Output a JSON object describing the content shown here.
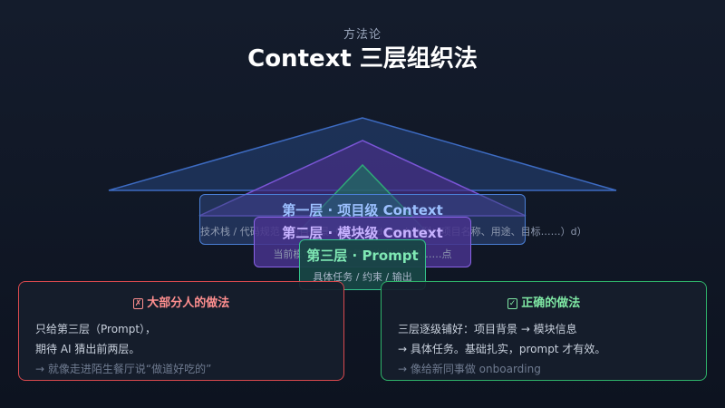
{
  "header": {
    "kicker": "方法论",
    "title": "Context 三层组织法"
  },
  "colors": {
    "layer1": "#4a7fd6",
    "layer2": "#8a62e6",
    "layer3": "#34c08a",
    "bad": "#d9494e",
    "good": "#2fb36a"
  },
  "layers": [
    {
      "title": "第一层 · 项目级 Context",
      "desc": "技术栈 / 代码规范 / 项目背景（以 .claude.md 为例：项目名称、用途、目标……）d）"
    },
    {
      "title": "第二层 · 模块级 Context",
      "desc": "当前模块 / 相关文件 / 约束 / 依赖……点"
    },
    {
      "title": "第三层 · Prompt",
      "desc": "具体任务 / 约束 / 输出"
    }
  ],
  "cards": {
    "bad": {
      "icon": "✗",
      "title": "大部分人的做法",
      "lines": [
        "只给第三层（Prompt），",
        "期待 AI 猜出前两层。"
      ],
      "note": "→ 就像走进陌生餐厅说“做道好吃的”"
    },
    "good": {
      "icon": "✓",
      "title": "正确的做法",
      "lines": [
        "三层逐级铺好：项目背景 → 模块信息",
        "→ 具体任务。基础扎实，prompt 才有效。"
      ],
      "note": "→ 像给新同事做 onboarding"
    }
  }
}
